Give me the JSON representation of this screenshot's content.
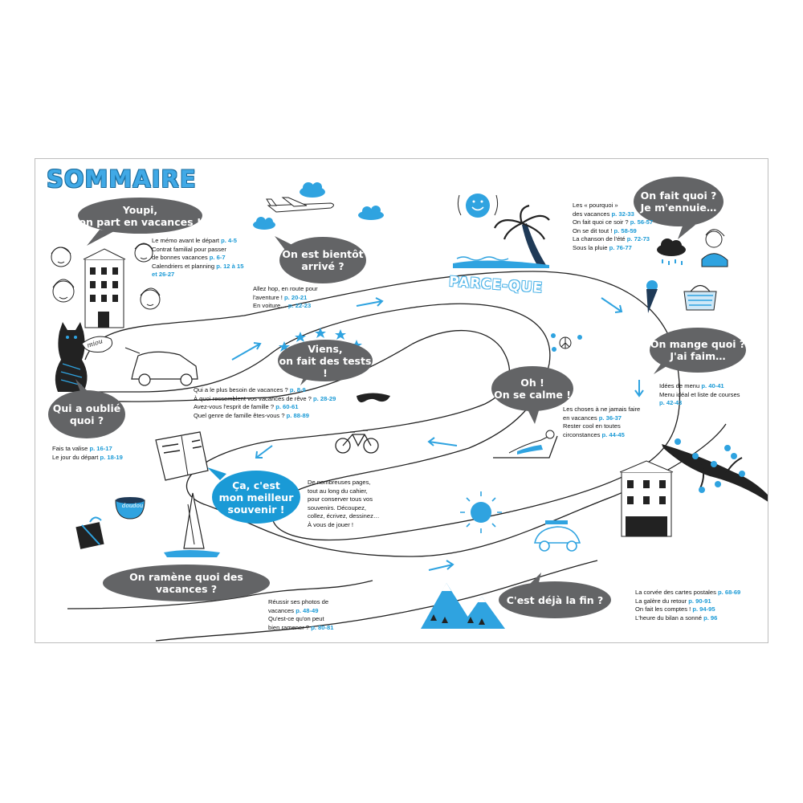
{
  "title": "SOMMAIRE",
  "parce_que": "PARCE-QUE",
  "bubbles": {
    "youpi": [
      "Youpi,",
      "on part en vacances !"
    ],
    "bientot": [
      "On est bientôt",
      "arrivé ?"
    ],
    "fait_quoi": [
      "On fait quoi ?",
      "Je m'ennuie…"
    ],
    "viens": [
      "Viens,",
      "on fait des tests !"
    ],
    "mange": [
      "On mange quoi ?",
      "J'ai faim…"
    ],
    "oublie": [
      "Qui a oublié",
      "quoi ?"
    ],
    "calme": [
      "Oh !",
      "On se calme !"
    ],
    "souvenir": [
      "Ça, c'est",
      "mon meilleur",
      "souvenir !"
    ],
    "ramene": [
      "On ramène quoi des vacances ?"
    ],
    "fin": [
      "C'est déjà la fin ?"
    ]
  },
  "sections": {
    "youpi": [
      {
        "text": "Le mémo avant le départ ",
        "page": "p. 4-5"
      },
      {
        "text": "Contrat familial pour passer",
        "page": ""
      },
      {
        "text": "de bonnes vacances ",
        "page": "p. 6-7"
      },
      {
        "text": "Calendriers et planning ",
        "page": "p. 12 à 15"
      },
      {
        "text": "",
        "page": "et 26-27"
      }
    ],
    "bientot": [
      {
        "text": "Allez hop, en route pour",
        "page": ""
      },
      {
        "text": "l'aventure ! ",
        "page": "p. 20-21"
      },
      {
        "text": "En voiture… ",
        "page": "p. 22-23"
      }
    ],
    "fait_quoi": [
      {
        "text": "Les « pourquoi »",
        "page": ""
      },
      {
        "text": "des vacances ",
        "page": "p. 32-33"
      },
      {
        "text": "On fait quoi ce soir ? ",
        "page": "p. 56-57"
      },
      {
        "text": "On se dit tout ! ",
        "page": "p. 58-59"
      },
      {
        "text": "La chanson de l'été ",
        "page": "p. 72-73"
      },
      {
        "text": "Sous la pluie ",
        "page": "p. 76-77"
      }
    ],
    "viens": [
      {
        "text": "Qui a le plus besoin de vacances ? ",
        "page": "p. 8-9"
      },
      {
        "text": "À quoi ressemblent vos vacances de rêve ? ",
        "page": "p. 28-29"
      },
      {
        "text": "Avez-vous l'esprit de famille ? ",
        "page": "p. 60-61"
      },
      {
        "text": "Quel genre de famille êtes-vous ? ",
        "page": "p. 88-89"
      }
    ],
    "mange": [
      {
        "text": "Idées de menu ",
        "page": "p. 40-41"
      },
      {
        "text": "Menu idéal et liste de courses",
        "page": ""
      },
      {
        "text": "",
        "page": "p. 42-43"
      }
    ],
    "oublie": [
      {
        "text": "Fais ta valise ",
        "page": "p. 16-17"
      },
      {
        "text": "Le jour du départ ",
        "page": "p. 18-19"
      }
    ],
    "calme": [
      {
        "text": "Les choses à ne jamais faire",
        "page": ""
      },
      {
        "text": "en vacances ",
        "page": "p. 36-37"
      },
      {
        "text": "Rester cool en toutes",
        "page": ""
      },
      {
        "text": "circonstances ",
        "page": "p. 44-45"
      }
    ],
    "souvenir": [
      {
        "text": "De nombreuses pages,",
        "page": ""
      },
      {
        "text": "tout au long du cahier,",
        "page": ""
      },
      {
        "text": "pour conserver tous vos",
        "page": ""
      },
      {
        "text": "souvenirs. Découpez,",
        "page": ""
      },
      {
        "text": "collez, écrivez, dessinez…",
        "page": ""
      },
      {
        "text": "À vous de jouer !",
        "page": ""
      }
    ],
    "ramene": [
      {
        "text": "Réussir ses photos de",
        "page": ""
      },
      {
        "text": "vacances ",
        "page": "p. 48-49"
      },
      {
        "text": "Qu'est-ce qu'on peut",
        "page": ""
      },
      {
        "text": "bien ramener ? ",
        "page": "p. 80-81"
      }
    ],
    "fin": [
      {
        "text": "La corvée des cartes postales ",
        "page": "p. 68-69"
      },
      {
        "text": "La galère du retour ",
        "page": "p. 90-91"
      },
      {
        "text": "On fait les comptes ! ",
        "page": "p. 94-95"
      },
      {
        "text": "L'heure du bilan a sonné ",
        "page": "p. 96"
      }
    ]
  },
  "labels": {
    "miou": "miou",
    "doudou": "doudou"
  },
  "colors": {
    "bubble_gray": "#636466",
    "bubble_blue": "#1a9ad6",
    "accent_blue": "#2fa3e0",
    "page_blue": "#1a9ad6",
    "ink": "#1a1a1a"
  },
  "icons": [
    "building-icon",
    "face-icon",
    "cat-icon",
    "car-icon",
    "plane-icon",
    "cloud-icon",
    "sun-icon",
    "palm-tree-icon",
    "ice-cream-icon",
    "picnic-basket-icon",
    "rain-cloud-icon",
    "bicycle-icon",
    "mask-icon",
    "peace-icon",
    "book-icon",
    "bowl-icon",
    "gift-icon",
    "sailboat-icon",
    "branch-icon",
    "mountain-icon",
    "arrow-icon"
  ]
}
